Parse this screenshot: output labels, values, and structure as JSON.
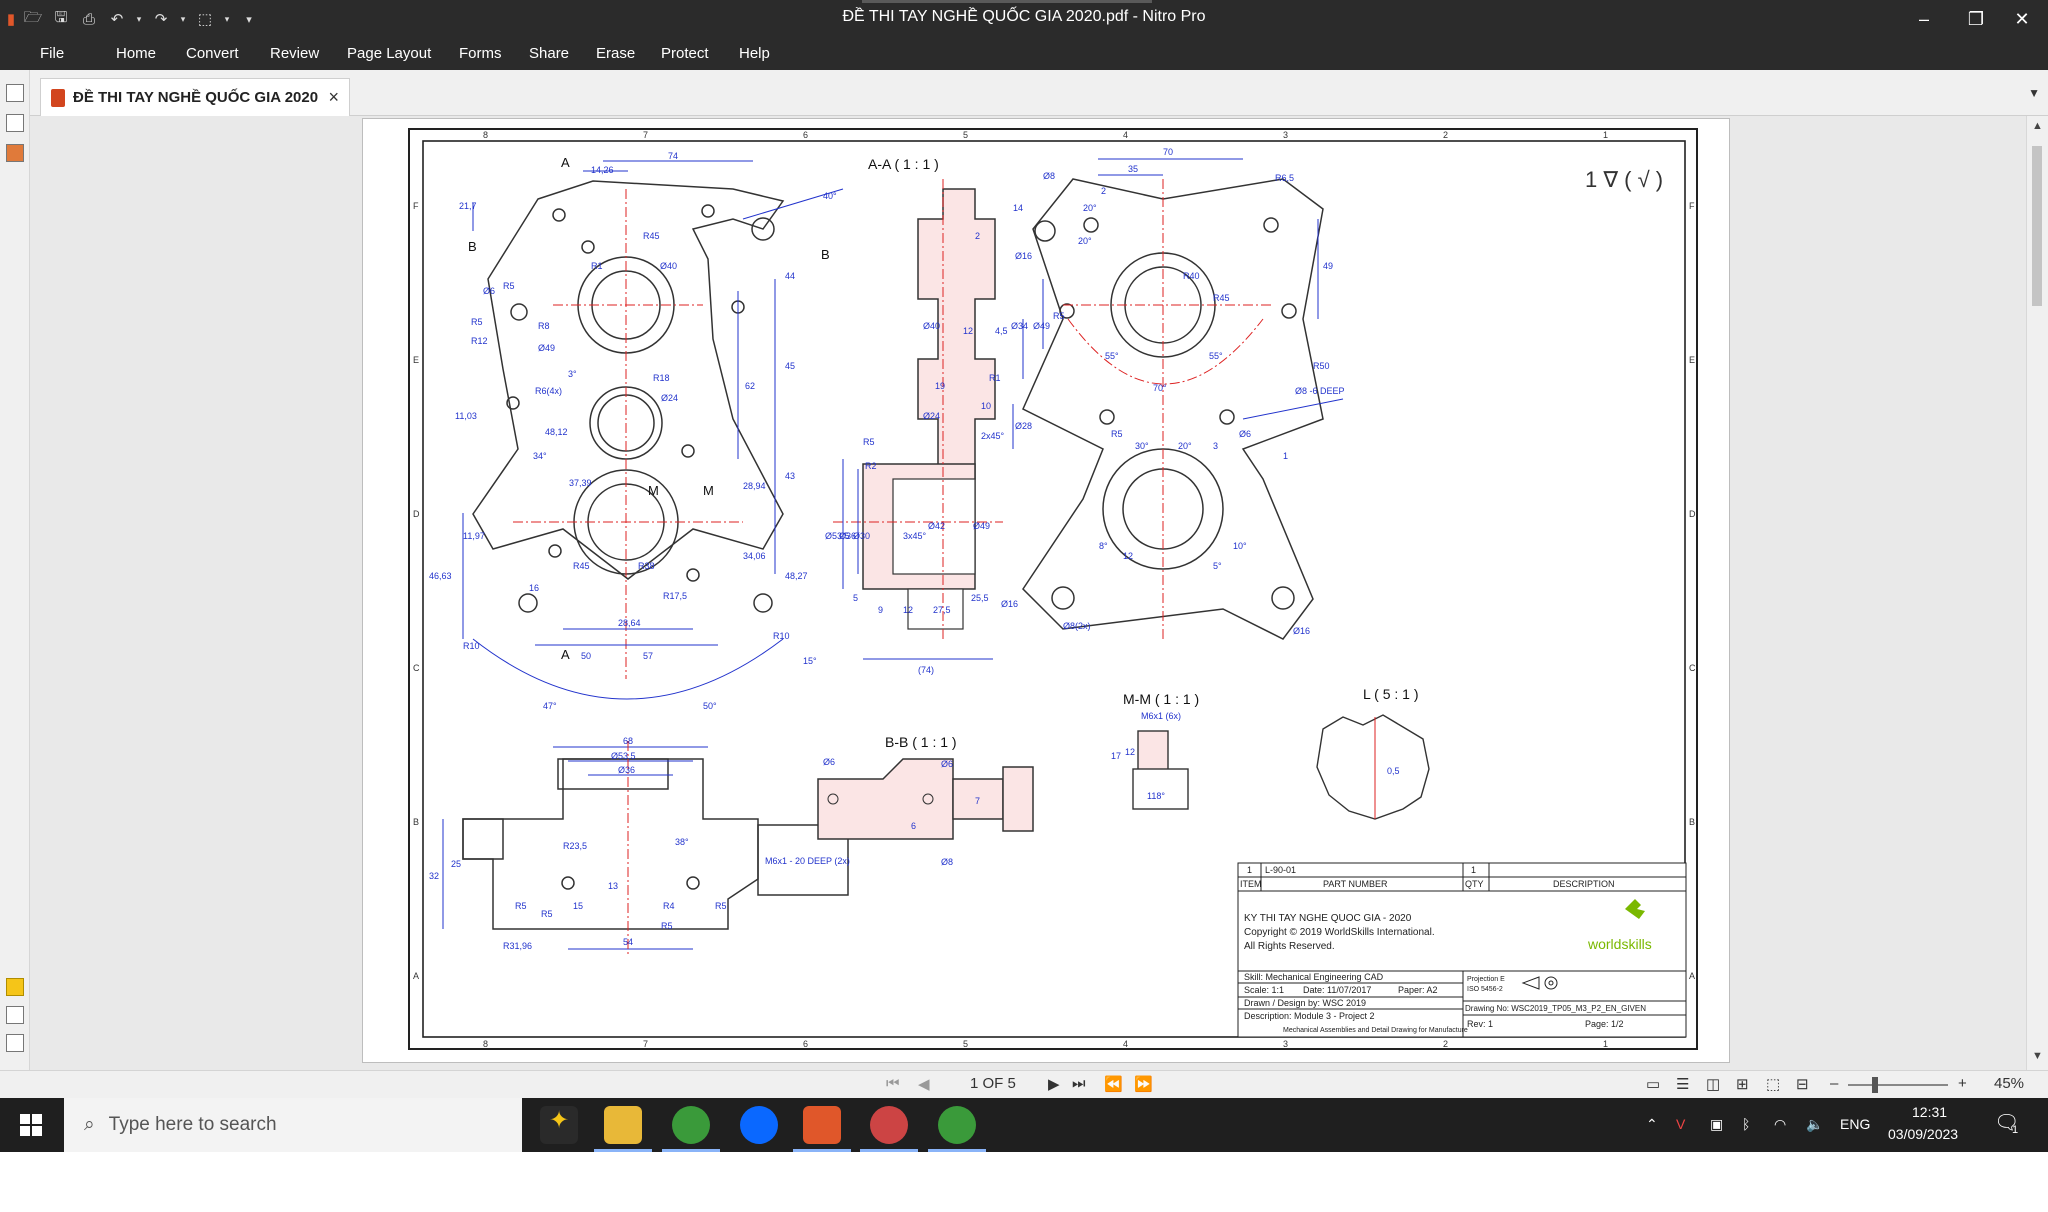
{
  "window": {
    "title": "ĐỀ THI TAY NGHỀ QUỐC GIA 2020.pdf - Nitro Pro",
    "minimize": "–",
    "restore": "❐",
    "close": "✕"
  },
  "quick_access": [
    "open-folder-icon",
    "save-icon",
    "print-icon",
    "undo-icon",
    "redo-icon",
    "select-tool-icon",
    "customize-icon"
  ],
  "menu": [
    "File",
    "Home",
    "Convert",
    "Review",
    "Page Layout",
    "Forms",
    "Share",
    "Erase",
    "Protect",
    "Help"
  ],
  "tab": {
    "label": "ĐỀ THI TAY NGHỀ QUỐC GIA 2020",
    "close": "×"
  },
  "drawing": {
    "zone_letters": [
      "F",
      "E",
      "D",
      "C",
      "B",
      "A"
    ],
    "zone_numbers": [
      "8",
      "7",
      "6",
      "5",
      "4",
      "3",
      "2",
      "1"
    ],
    "section_aa": "A-A ( 1 : 1 )",
    "section_bb": "B-B ( 1 : 1 )",
    "section_mm": "M-M ( 1 : 1 )",
    "detail_l": "L ( 5 : 1 )",
    "surface_symbol": "1 ∇ ( √ )",
    "dims_front": [
      "74",
      "14,26",
      "21,7",
      "R45",
      "Ø40",
      "R1",
      "R5",
      "Ø6",
      "R5",
      "R12",
      "R8",
      "Ø49",
      "3°",
      "R18",
      "Ø24",
      "R6(4x)",
      "11,03",
      "48,12",
      "34°",
      "37,39",
      "11,97",
      "46,63",
      "R45",
      "R38",
      "R10",
      "16",
      "28,64",
      "50",
      "57",
      "47°",
      "50°",
      "44",
      "45",
      "62",
      "43",
      "28,94",
      "34,06",
      "48,27",
      "40°",
      "R17,5",
      "R10",
      "15°"
    ],
    "dims_aa": [
      "2",
      "12",
      "4,5",
      "Ø40",
      "Ø34",
      "Ø49",
      "19",
      "10",
      "Ø24",
      "2x45°",
      "Ø28",
      "R5",
      "R2",
      "R1",
      "Ø53,5",
      "Ø36",
      "Ø30",
      "3x45°",
      "Ø42",
      "Ø49",
      "5",
      "9",
      "12",
      "27,5",
      "25,5",
      "(74)"
    ],
    "dims_side": [
      "70",
      "35",
      "R6,5",
      "Ø8",
      "2",
      "20°",
      "20°",
      "14",
      "Ø16",
      "R40",
      "R45",
      "49",
      "R5",
      "55°",
      "55°",
      "R50",
      "70°",
      "Ø8 -6 DEEP",
      "R5",
      "Ø6",
      "30°",
      "20°",
      "3",
      "1",
      "8°",
      "12",
      "5°",
      "10°",
      "Ø16",
      "Ø8(2x)",
      "Ø16"
    ],
    "dims_bottom": [
      "68",
      "Ø53,5",
      "Ø36",
      "32",
      "25",
      "R23,5",
      "38°",
      "13",
      "M6x1 - 20 DEEP (2x)",
      "R5",
      "R5",
      "15",
      "R4",
      "R5",
      "R5",
      "R31,96",
      "54"
    ],
    "dims_bb": [
      "Ø6",
      "Ø6",
      "7",
      "6",
      "Ø8"
    ],
    "dims_mm": [
      "M6x1 (6x)",
      "17",
      "12",
      "118°"
    ],
    "dims_l": [
      "0,5"
    ],
    "bom": {
      "item": "1",
      "part_number": "L-90-01",
      "qty": "1",
      "h_item": "ITEM",
      "h_part": "PART NUMBER",
      "h_qty": "QTY",
      "h_desc": "DESCRIPTION"
    },
    "title_block": {
      "line1": "KY THI TAY NGHE QUOC GIA - 2020",
      "line2": "Copyright © 2019 WorldSkills International.",
      "line3": "All Rights Reserved.",
      "logo": "worldskills",
      "skill": "Skill: Mechanical Engineering CAD",
      "scale": "Scale: 1:1",
      "date": "Date: 11/07/2017",
      "paper": "Paper: A2",
      "drawn": "Drawn / Design by: WSC 2019",
      "desc": "Description: Module 3 - Project 2",
      "desc2": "Mechanical Assemblies and Detail Drawing for Manufacture",
      "projection": "Projection E",
      "iso": "ISO 5456-2",
      "drawing_no": "Drawing No: WSC2019_TP05_M3_P2_EN_GIVEN",
      "rev": "Rev: 1",
      "page": "Page: 1/2"
    }
  },
  "nav": {
    "page": "1 OF 5",
    "zoom": "45%",
    "minus": "–",
    "plus": "+"
  },
  "taskbar": {
    "search_placeholder": "Type here to search",
    "lang": "ENG",
    "time": "12:31",
    "date": "03/09/2023",
    "notif_count": "1"
  },
  "colors": {
    "blue": "#2233cc",
    "red": "#dd2222",
    "chrome": "#2b2b2b",
    "accent": "#d2451e"
  }
}
